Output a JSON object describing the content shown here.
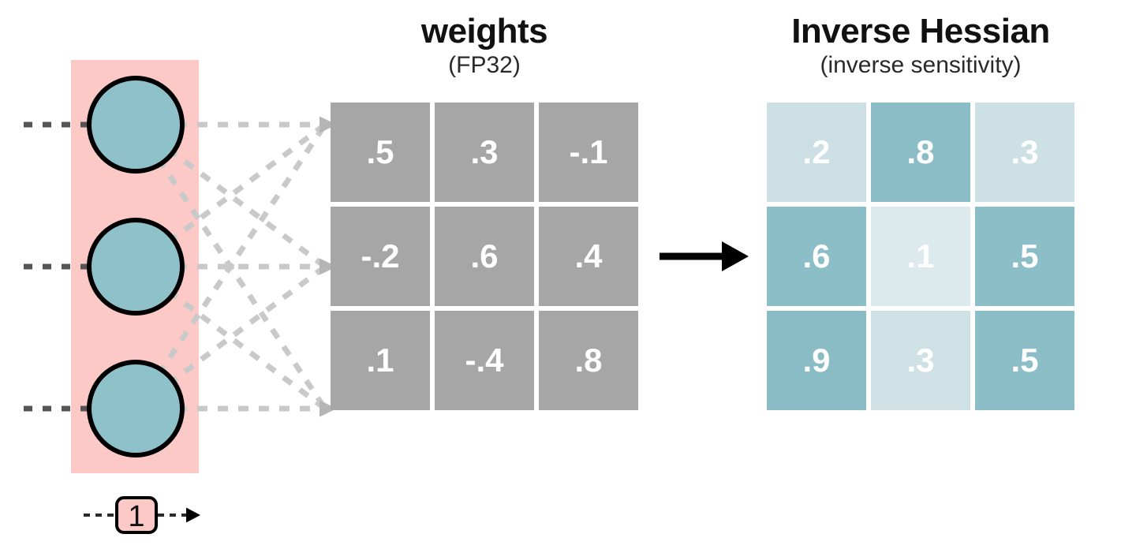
{
  "colors": {
    "background": "#ffffff",
    "input_highlight_pink": "#fdc9c7",
    "node_teal": "#8ec1c9",
    "weights_cell_gray": "#a6a6a6",
    "dash_dark_gray": "#555555",
    "dash_light_gray": "#c9c9c9",
    "entry_arrow_gray": "#b5b5b5",
    "bias_dash_dark": "#2a2a2a",
    "flow_arrow_black": "#000000"
  },
  "weights_matrix": {
    "title": "weights",
    "subtitle": "(FP32)",
    "cells": [
      {
        "value": ".5"
      },
      {
        "value": ".3"
      },
      {
        "value": "-.1"
      },
      {
        "value": "-.2"
      },
      {
        "value": ".6"
      },
      {
        "value": ".4"
      },
      {
        "value": ".1"
      },
      {
        "value": "-.4"
      },
      {
        "value": ".8"
      }
    ]
  },
  "inverse_hessian_matrix": {
    "title": "Inverse Hessian",
    "subtitle": "(inverse sensitivity)",
    "cells": [
      {
        "value": ".2",
        "bg": "#cbdfe4"
      },
      {
        "value": ".8",
        "bg": "#8bbdc7"
      },
      {
        "value": ".3",
        "bg": "#cde0e4"
      },
      {
        "value": ".6",
        "bg": "#8cbec8"
      },
      {
        "value": ".1",
        "bg": "#dceaee"
      },
      {
        "value": ".5",
        "bg": "#8cbec8"
      },
      {
        "value": ".9",
        "bg": "#8abcc6"
      },
      {
        "value": ".3",
        "bg": "#cfe1e5"
      },
      {
        "value": ".5",
        "bg": "#8cbec8"
      }
    ]
  },
  "bias": {
    "label": "1"
  }
}
